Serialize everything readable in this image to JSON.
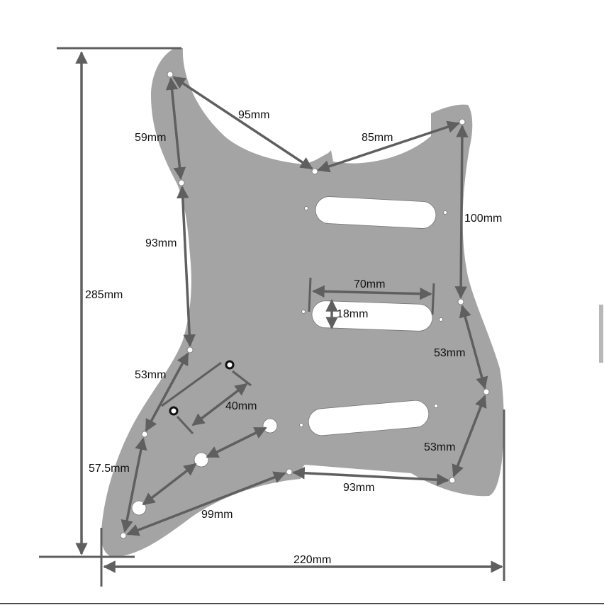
{
  "diagram": {
    "subject": "pickguard",
    "colors": {
      "pickguard": "#a4a4a4",
      "arrow": "#5f5f5f",
      "background": "#ffffff"
    },
    "dimensions": {
      "height_total": "285mm",
      "width_total": "220mm",
      "top_horn_to_neck": "95mm",
      "neck_to_top_right": "85mm",
      "top_horn_to_side": "59mm",
      "left_side": "93mm",
      "right_upper": "100mm",
      "pickup_length": "70mm",
      "pickup_width": "18mm",
      "right_middle": "53mm",
      "right_lower": "53mm",
      "left_lower": "53mm",
      "switch": "40mm",
      "bottom_left": "57.5mm",
      "bottom_diag": "99mm",
      "bottom_right": "93mm"
    }
  }
}
